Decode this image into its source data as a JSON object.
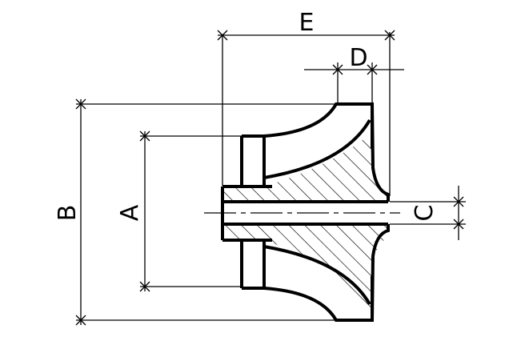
{
  "drawing": {
    "labels": {
      "E": "E",
      "D": "D",
      "B": "B",
      "A": "A",
      "C": "C"
    },
    "colors": {
      "line": "#000000",
      "background": "#ffffff"
    }
  }
}
